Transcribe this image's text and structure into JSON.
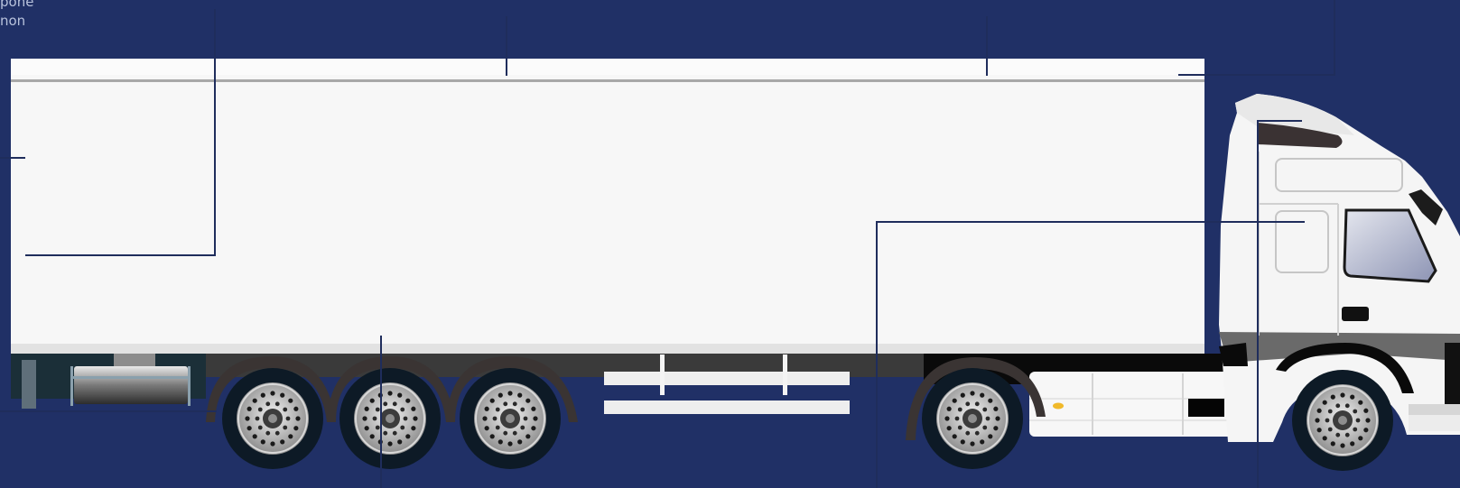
{
  "label_fragments": [
    "pone",
    "non"
  ],
  "colors": {
    "background": "#203066",
    "leader_lines": "#1f2d5c",
    "trailer_body": "#f7f7f7",
    "cab": "#f5f5f5",
    "tyre": "#0d1a26",
    "rim": "#bcbcbc",
    "fender": "#3a3433"
  },
  "icons": [
    "truck-illustration",
    "wheel-icon",
    "headlight-icon"
  ]
}
